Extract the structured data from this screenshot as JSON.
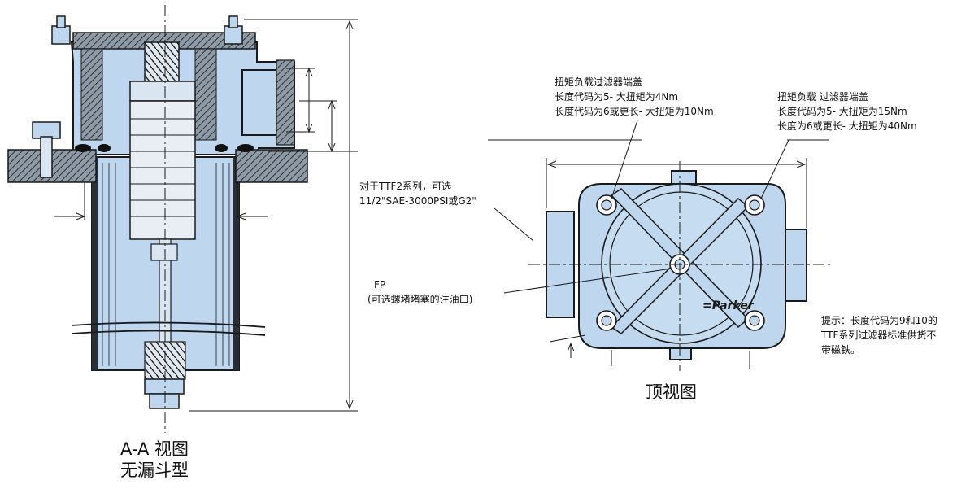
{
  "section_view": {
    "caption_line1": "A-A 视图",
    "caption_line2": "无漏斗型"
  },
  "top_view": {
    "caption": "顶视图",
    "brand": "=Parker"
  },
  "callouts": {
    "torque_left": {
      "title": "扭矩负载过滤器端盖",
      "line1": "长度代码为5- 大扭矩为4Nm",
      "line2": "长度代码为6或更长- 大扭矩为10Nm"
    },
    "torque_right": {
      "title": "扭矩负载 过滤器端盖",
      "line1": "长度代码为5- 大扭矩为15Nm",
      "line2": "长度为6或更长- 大扭矩为40Nm"
    },
    "port_option": {
      "line1": "对于TTF2系列，可选",
      "line2": "11/2\"SAE-3000PSI或G2\""
    },
    "fill_plug": {
      "line1": "FP",
      "line2": "(可选螺堵堵塞的注油口)"
    },
    "note": {
      "line1": "提示：长度代码为9和10的",
      "line2": "TTF系列过滤器标准供货不",
      "line3": "带磁铁。"
    }
  },
  "colors": {
    "housing_fill": "#bfd7ee",
    "hatch": "#555555",
    "line": "#1a1a1a"
  }
}
